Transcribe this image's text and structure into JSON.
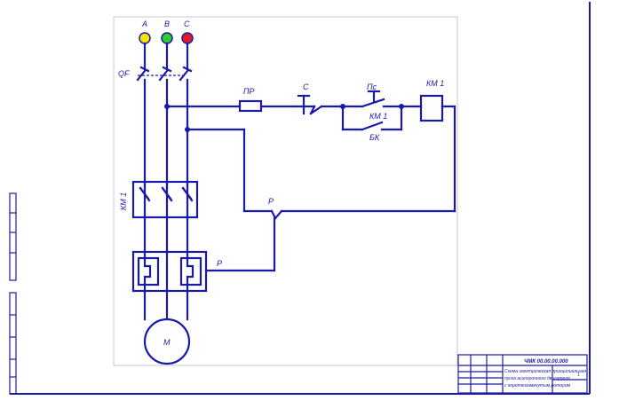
{
  "colors": {
    "wire": "#1a1aa8",
    "phase_a": "#f2e600",
    "phase_b": "#2ecc2e",
    "phase_c": "#e01b24",
    "canvas_border": "#c8c8c8",
    "page_bg": "#ffffff"
  },
  "phases": [
    "A",
    "B",
    "C"
  ],
  "labels": {
    "breaker": "QF",
    "fuse": "ПР",
    "stop_button": "С",
    "start_button": "Пс",
    "coil": "КМ 1",
    "contactor": "КМ 1",
    "aux_contact": "КМ 1",
    "aux_contact_sub": "БК",
    "relay_contact": "Р",
    "thermal_relay": "Р",
    "motor": "М"
  },
  "title_block": {
    "code": "ЧМК 00.00.00.000",
    "line1": "Схема электрическая принципиальная",
    "line2": "пуска асинхронного двигателя",
    "line3": "с короткозамкнутым ротором",
    "sheet": "1"
  }
}
